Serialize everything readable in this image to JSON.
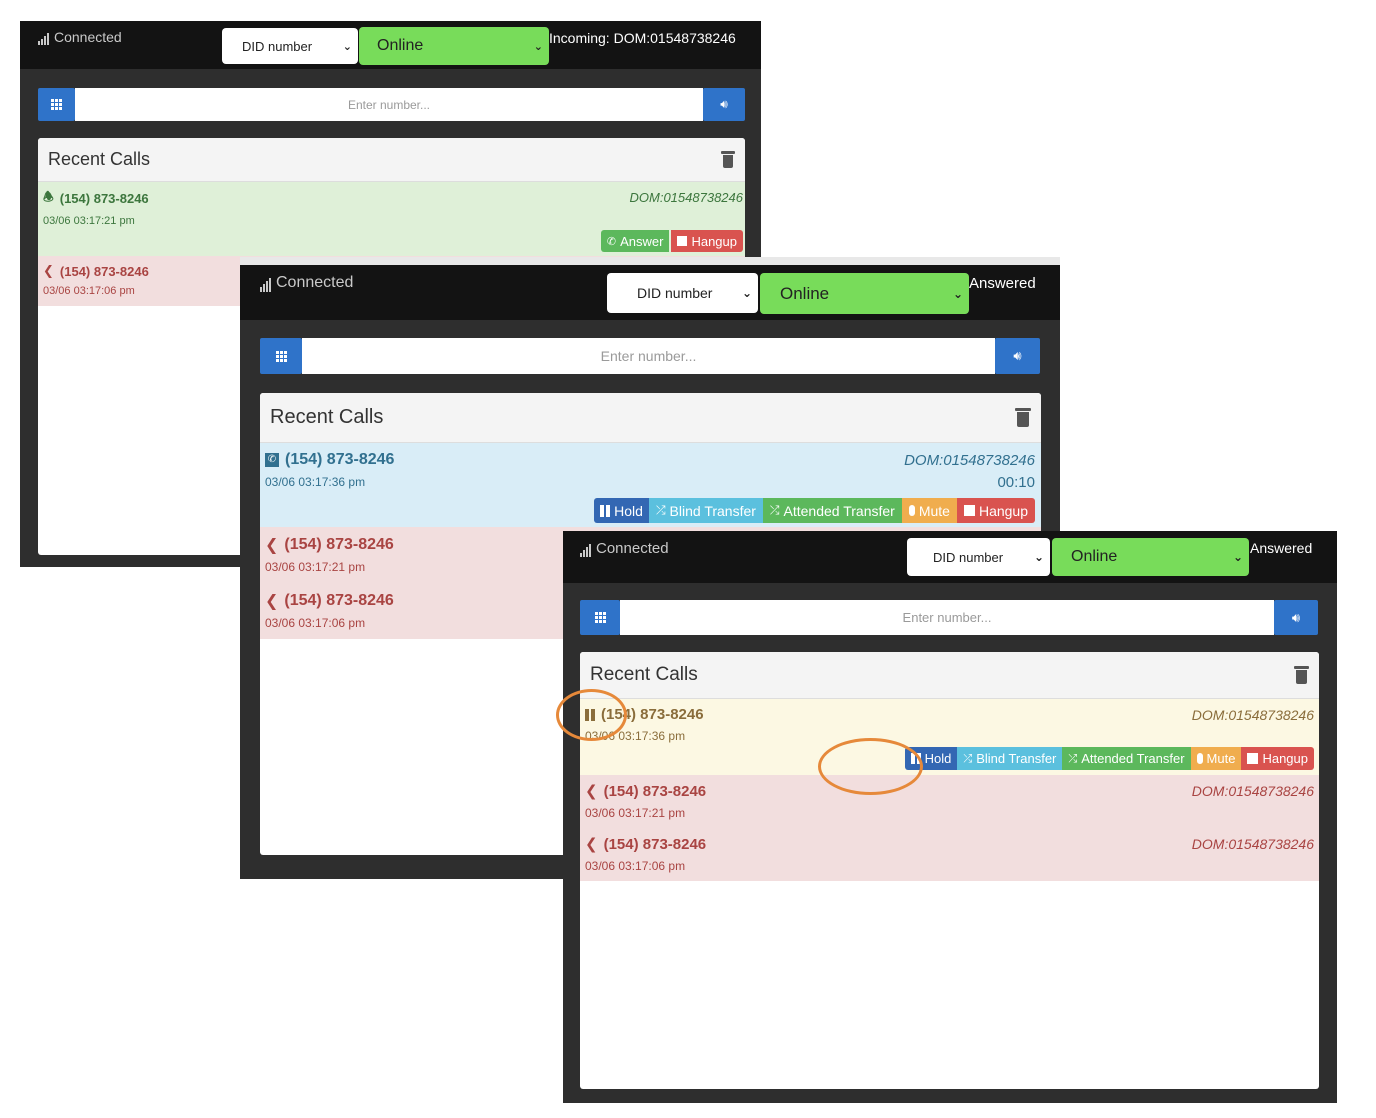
{
  "panels": [
    {
      "signal": "Connected",
      "did_label": "DID number",
      "status_label": "Online",
      "call_state": "Incoming: DOM:01548738246",
      "dial_placeholder": "Enter number...",
      "recent_title": "Recent Calls",
      "rows": [
        {
          "number": "(154) 873-8246",
          "time": "03/06 03:17:21 pm",
          "dom": "DOM:01548738246",
          "state": "incoming",
          "answer": "Answer",
          "hangup": "Hangup"
        },
        {
          "number": "(154) 873-8246",
          "time": "03/06 03:17:06 pm",
          "state": "missed"
        }
      ]
    },
    {
      "signal": "Connected",
      "did_label": "DID number",
      "status_label": "Online",
      "call_state": "Answered",
      "dial_placeholder": "Enter number...",
      "recent_title": "Recent Calls",
      "rows": [
        {
          "number": "(154) 873-8246",
          "time": "03/06 03:17:36 pm",
          "dom": "DOM:01548738246",
          "duration": "00:10",
          "state": "active",
          "buttons": {
            "hold": "Hold",
            "blind": "Blind Transfer",
            "attended": "Attended Transfer",
            "mute": "Mute",
            "hangup": "Hangup"
          }
        },
        {
          "number": "(154) 873-8246",
          "time": "03/06 03:17:21 pm",
          "state": "missed"
        },
        {
          "number": "(154) 873-8246",
          "time": "03/06 03:17:06 pm",
          "state": "missed"
        }
      ]
    },
    {
      "signal": "Connected",
      "did_label": "DID number",
      "status_label": "Online",
      "call_state": "Answered",
      "dial_placeholder": "Enter number...",
      "recent_title": "Recent Calls",
      "rows": [
        {
          "number": "(154) 873-8246",
          "time": "03/06 03:17:36 pm",
          "dom": "DOM:01548738246",
          "state": "hold",
          "buttons": {
            "hold": "Hold",
            "blind": "Blind Transfer",
            "attended": "Attended Transfer",
            "mute": "Mute",
            "hangup": "Hangup"
          }
        },
        {
          "number": "(154) 873-8246",
          "time": "03/06 03:17:21 pm",
          "dom": "DOM:01548738246",
          "state": "missed"
        },
        {
          "number": "(154) 873-8246",
          "time": "03/06 03:17:06 pm",
          "dom": "DOM:01548738246",
          "state": "missed"
        }
      ]
    }
  ],
  "icons": {
    "signal": "signal-bars-icon",
    "keypad": "keypad-icon",
    "speaker": "speaker-icon",
    "trash": "trash-icon",
    "bell": "bell-icon",
    "phone": "phone-icon",
    "pause": "pause-icon",
    "missed": "chevron-left-icon"
  },
  "colors": {
    "online": "#78dc5a",
    "incoming_row": "#dff0d8",
    "active_row": "#d9edf7",
    "hold_row": "#fcf8e3",
    "missed_row": "#f2dede",
    "hold_btn": "#3367b3",
    "blind_btn": "#5bc0de",
    "attended_btn": "#5cb85c",
    "mute_btn": "#f0ad4e",
    "hangup_btn": "#d9534f",
    "annotation": "#e6893a"
  }
}
